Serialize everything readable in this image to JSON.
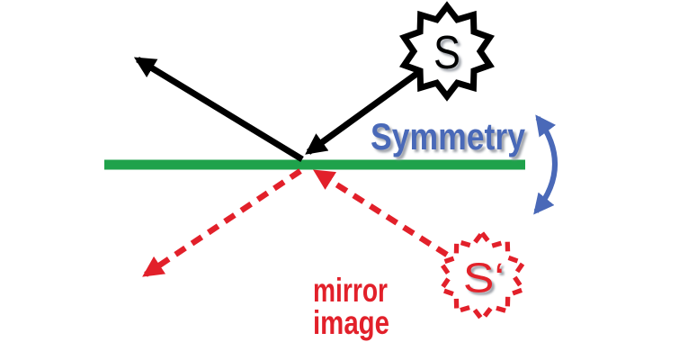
{
  "diagram": {
    "title_meaning": "Mirror symmetry of a point source at a reflecting plane",
    "labels": {
      "source": "S",
      "mirror_source": "S‘",
      "symmetry": "Symmetry",
      "mirror_caption_line1": "mirror",
      "mirror_caption_line2": "image"
    },
    "colors": {
      "mirror_plane_green": "#1FA24B",
      "ray_black": "#000000",
      "mirror_red": "#E2202A",
      "symmetry_blue": "#4A69B8",
      "background": "#FFFFFF"
    }
  }
}
